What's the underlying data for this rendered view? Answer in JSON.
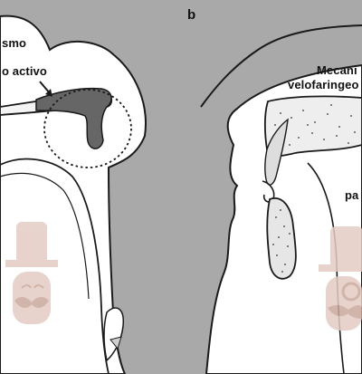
{
  "panel_b": {
    "letter": "b",
    "label_line1": "Mecani",
    "label_line2": "velofaringeo",
    "label_side": "pa"
  },
  "panel_a": {
    "label_line1": "smo",
    "label_line2": "o activo"
  },
  "colors": {
    "panel_gray": "#a9a9a9",
    "tissue_dark": "#666666",
    "outline": "#1a1a1a",
    "watermark": "#e3ccc4"
  },
  "icons": [
    "watermark-man-mustache",
    "watermark-man-monocle"
  ]
}
